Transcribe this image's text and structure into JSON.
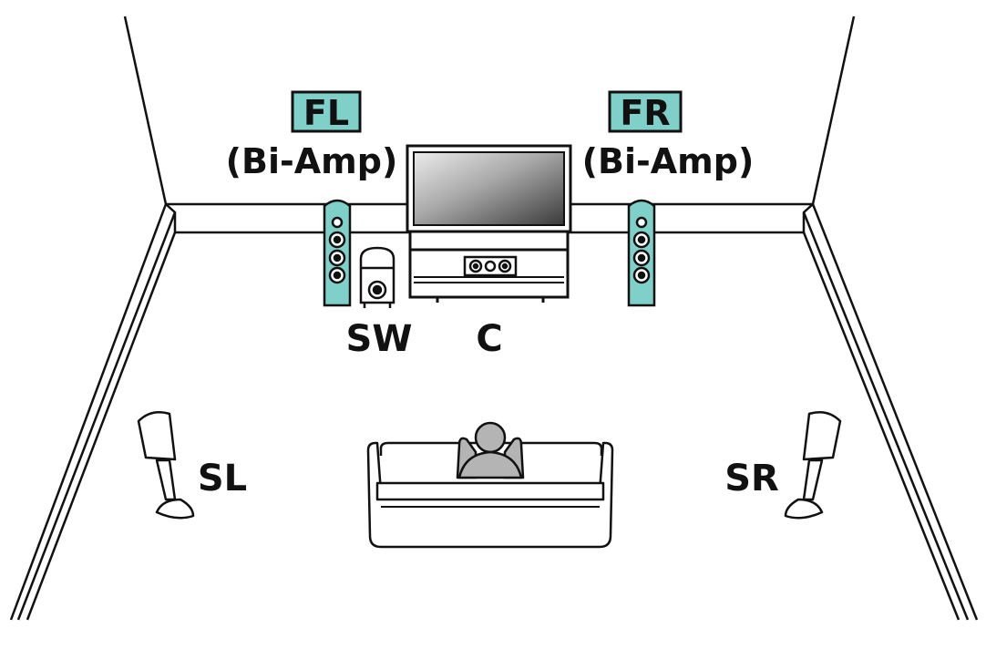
{
  "colors": {
    "line": "#111111",
    "teal": "#7fd0c9",
    "tv_light": "#ececec",
    "tv_dark": "#3a3a3a",
    "person": "#b4b4b4",
    "background": "#ffffff"
  },
  "labels": {
    "front_left": "FL",
    "front_left_mode": "(Bi-Amp)",
    "front_right": "FR",
    "front_right_mode": "(Bi-Amp)",
    "subwoofer": "SW",
    "center": "C",
    "surround_left": "SL",
    "surround_right": "SR"
  },
  "icons": {
    "tower_speaker": "tower-speaker-icon",
    "subwoofer": "subwoofer-icon",
    "center_speaker": "center-speaker-icon",
    "television": "tv-icon",
    "surround_speaker": "surround-speaker-icon",
    "sofa": "sofa-icon",
    "listener": "person-icon"
  }
}
